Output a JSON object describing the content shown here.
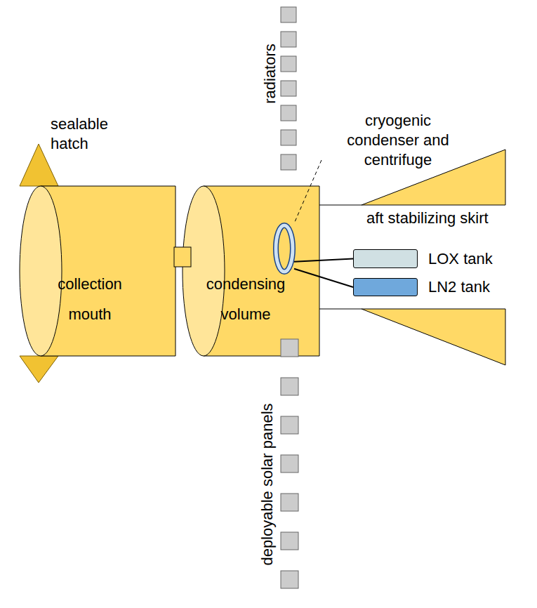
{
  "diagram": {
    "nodes": [
      {
        "text": [
          "collection mouth"
        ]
      },
      {
        "text": [
          "condensing volume"
        ]
      },
      {
        "text": [
          "cryogenic condenser and centrifuge"
        ],
        "in": 1
      },
      {
        "text": [
          "LOX tank"
        ]
      },
      {
        "text": [
          "LN2 tank"
        ]
      }
    ],
    "edges": [
      {
        "from": 2,
        "to": 3,
        "arrow": "none"
      },
      {
        "from": 2,
        "to": 4,
        "arrow": "none"
      }
    ],
    "labels": [
      "sealable hatch",
      "radiators",
      "aft stabilizing skirt",
      "deployable solar panels"
    ]
  }
}
